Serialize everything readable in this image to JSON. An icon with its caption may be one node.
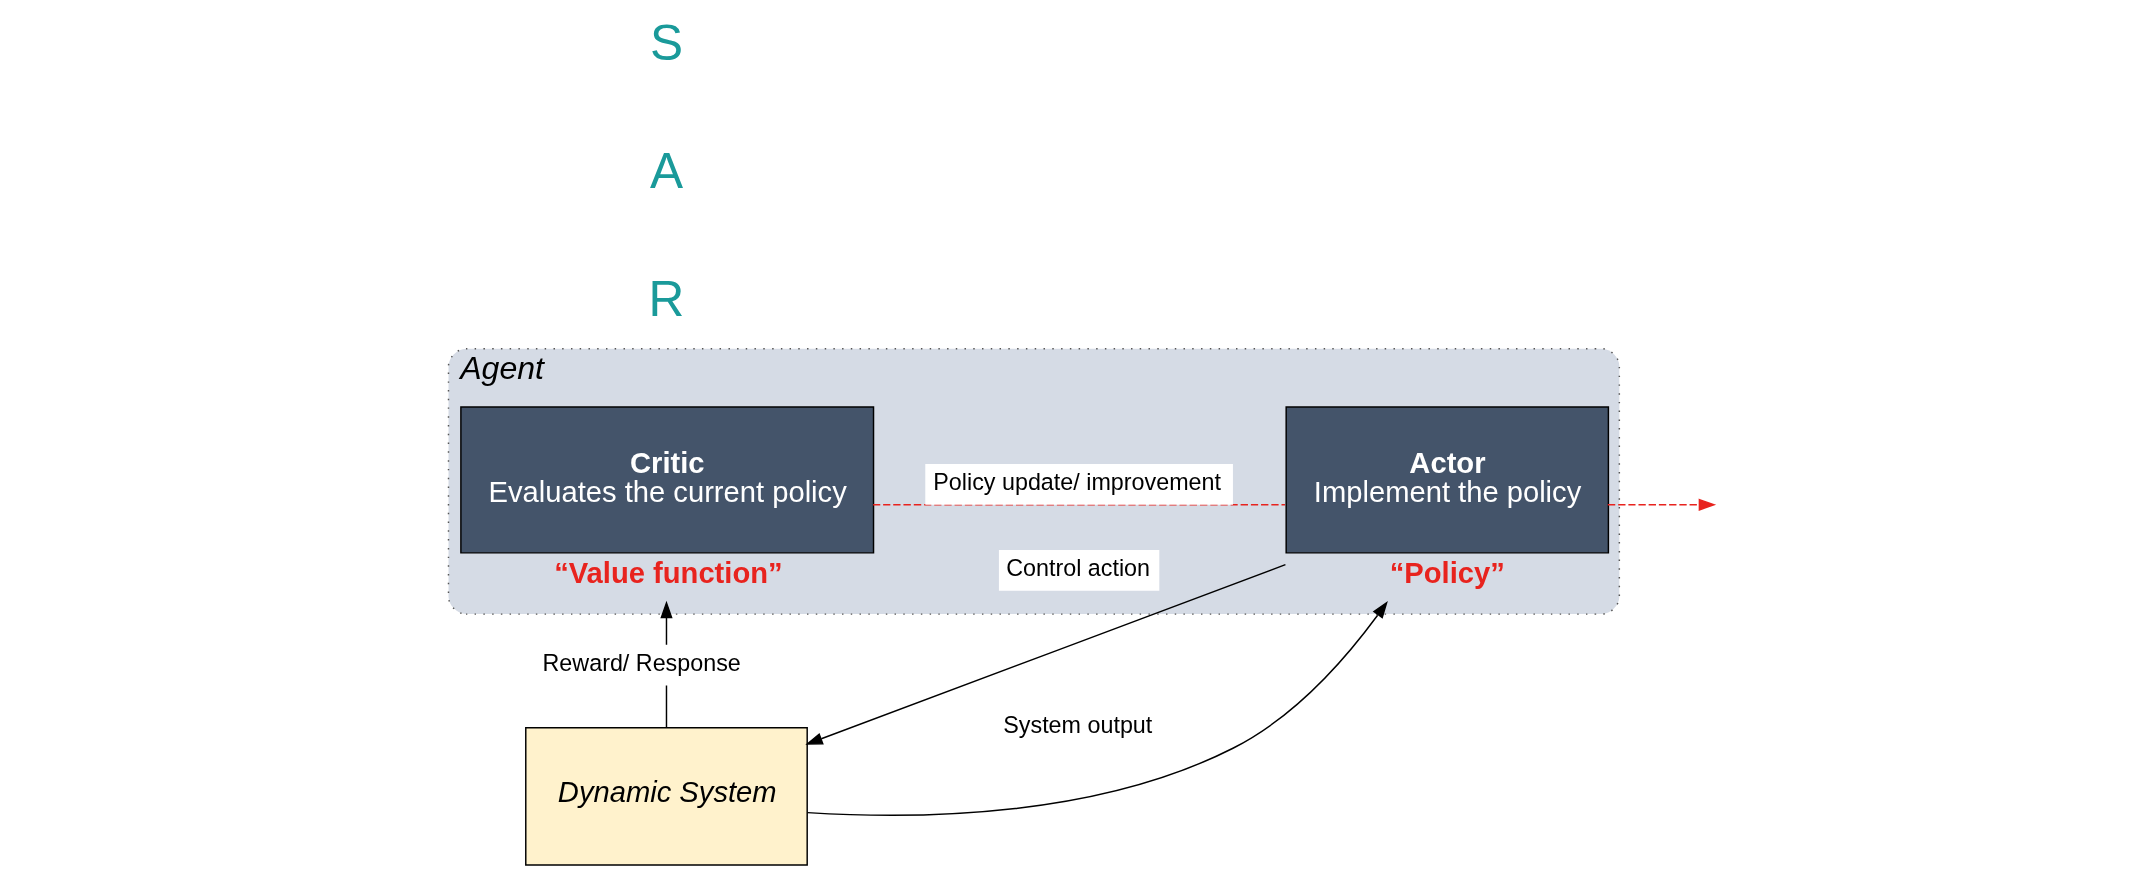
{
  "diagram": {
    "nodes": [
      {
        "text": [
          "Agent"
        ]
      },
      {
        "text": [
          "Critic",
          "Evaluates the current policy"
        ],
        "in": 0,
        "beside": [
          "“Value function”"
        ]
      },
      {
        "text": [
          "Actor",
          "Implement the policy"
        ],
        "in": 0,
        "beside": [
          "“Policy”"
        ]
      },
      {
        "text": [
          "Dynamic System"
        ]
      }
    ],
    "edges": [
      {
        "from": 1,
        "to": 2,
        "arrow": "none",
        "label": "Policy update/ improvement",
        "style": "dashed",
        "color": "#e8231e"
      },
      {
        "from": 2,
        "to": null,
        "arrow": "to",
        "style": "dashed",
        "color": "#e8231e"
      },
      {
        "from": 2,
        "to": 3,
        "arrow": "to",
        "label": "Control action"
      },
      {
        "from": 3,
        "to": 1,
        "arrow": "to",
        "label": "Reward/ Response"
      },
      {
        "from": 3,
        "to": 2,
        "arrow": "to",
        "label": "System output"
      }
    ],
    "labels": [
      "R",
      "A",
      "S"
    ]
  }
}
